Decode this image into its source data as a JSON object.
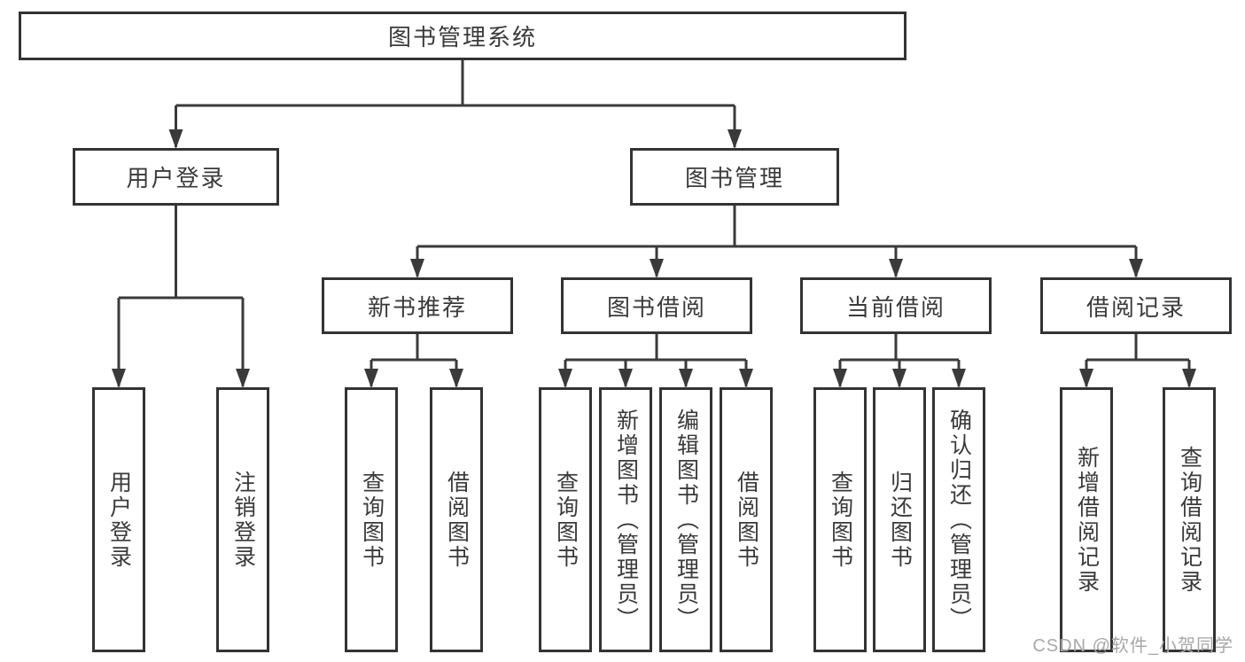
{
  "page": {
    "background": "#ffffff"
  },
  "colors": {
    "line": "#3a3a3a",
    "border": "#333333",
    "text": "#3a3a3a",
    "watermark": "#a8a8a8"
  },
  "diagram": {
    "root": {
      "label": "图书管理系统"
    },
    "level2": {
      "user_login": {
        "label": "用户登录"
      },
      "book_management": {
        "label": "图书管理"
      }
    },
    "level3": {
      "new_book_recommend": {
        "label": "新书推荐"
      },
      "book_borrow": {
        "label": "图书借阅"
      },
      "current_borrow": {
        "label": "当前借阅"
      },
      "borrow_record": {
        "label": "借阅记录"
      }
    },
    "leaves": {
      "user_login": {
        "label": "用户登录"
      },
      "logout": {
        "label": "注销登录"
      },
      "nbr_query": {
        "label": "查询图书"
      },
      "nbr_borrow": {
        "label": "借阅图书"
      },
      "bb_query": {
        "label": "查询图书"
      },
      "bb_add": {
        "label": "新增图书（管理员）"
      },
      "bb_edit": {
        "label": "编辑图书（管理员）"
      },
      "bb_borrow": {
        "label": "借阅图书"
      },
      "cb_query": {
        "label": "查询图书"
      },
      "cb_return": {
        "label": "归还图书"
      },
      "cb_confirm": {
        "label": "确认归还（管理员）"
      },
      "br_add": {
        "label": "新增借阅记录"
      },
      "br_query": {
        "label": "查询借阅记录"
      }
    }
  },
  "watermark": {
    "text": "CSDN @软件_小贺同学"
  }
}
